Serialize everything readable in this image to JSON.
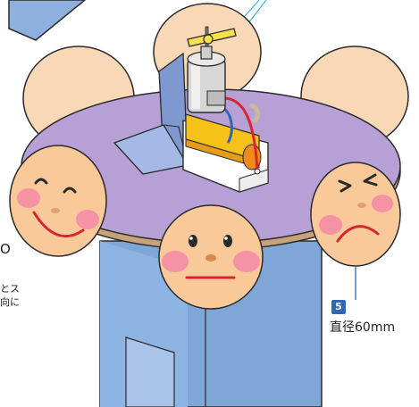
{
  "callout": {
    "number": "5",
    "text": "直径60mm"
  },
  "side_text": {
    "line1": "O",
    "line2": "とス",
    "line3": "向に"
  },
  "colors": {
    "tabletop": "#b7a0d6",
    "face": "#f9c999",
    "ear": "#f9d8b7",
    "cheek": "#f58aa6",
    "column": "#7ea7d8",
    "accent_blue": "#2f67b2",
    "battery": "#f6c21a"
  },
  "icons": [
    "motor-icon",
    "propeller-icon",
    "battery-holder-icon",
    "support-stand-icon"
  ],
  "faces": [
    "smiling-face",
    "neutral-face",
    "frowning-face"
  ]
}
